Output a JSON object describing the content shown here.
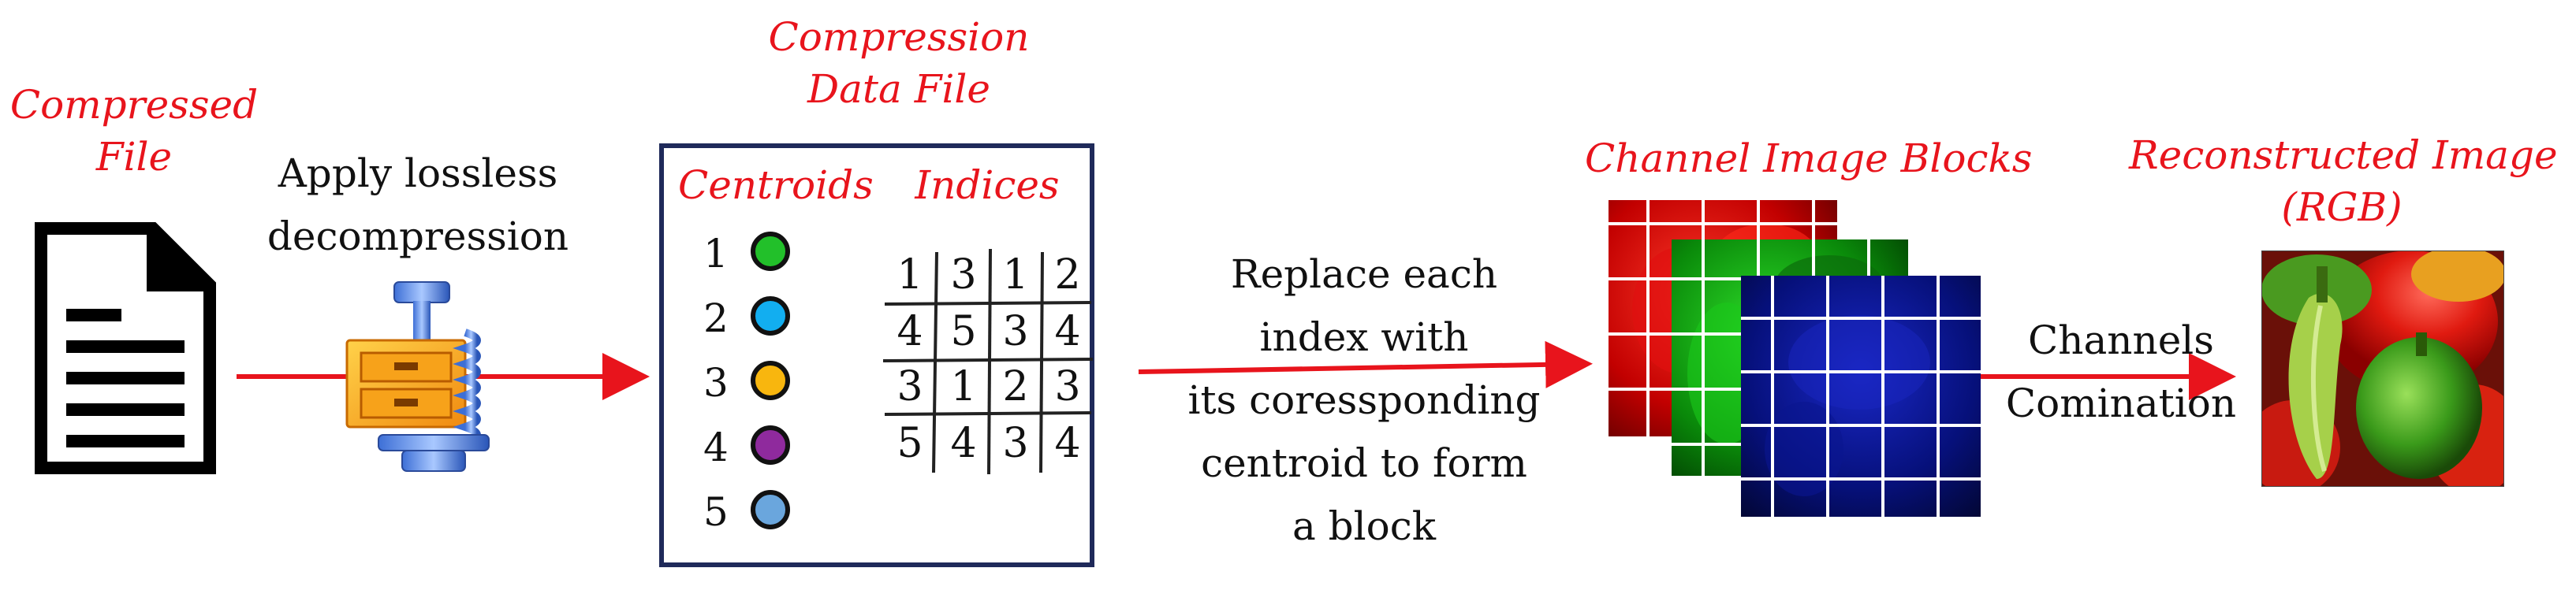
{
  "labels": {
    "compressed_file": [
      "Compressed",
      "File"
    ],
    "apply_lossless": [
      "Apply lossless",
      "decompression"
    ],
    "compression_data_file": [
      "Compression",
      "Data File"
    ],
    "centroids": "Centroids",
    "indices": "Indices",
    "replace_each": [
      "Replace each",
      "index with",
      "its coressponding",
      "centroid to form",
      "a block"
    ],
    "channel_image_blocks": "Channel Image Blocks",
    "reconstructed_image": [
      "Reconstructed Image",
      "(RGB)"
    ],
    "channels_combination": [
      "Channels",
      "Comination"
    ]
  },
  "centroids": [
    {
      "num": "1",
      "color": "#22c02a"
    },
    {
      "num": "2",
      "color": "#12aef0"
    },
    {
      "num": "3",
      "color": "#f8b60e"
    },
    {
      "num": "4",
      "color": "#8f2a9d"
    },
    {
      "num": "5",
      "color": "#6aa6dd"
    }
  ],
  "indices": [
    [
      "1",
      "3",
      "1",
      "2"
    ],
    [
      "4",
      "5",
      "3",
      "4"
    ],
    [
      "3",
      "1",
      "2",
      "3"
    ],
    [
      "5",
      "4",
      "3",
      "4"
    ]
  ],
  "colors": {
    "accent_red": "#e8141c",
    "box_border": "#1f2a5a"
  },
  "icons": {
    "document": "document-icon",
    "archive": "winzip-compress-icon",
    "red_channel": "red-channel-image",
    "green_channel": "green-channel-image",
    "blue_channel": "blue-channel-image",
    "rgb_image": "peppers-rgb-image"
  }
}
